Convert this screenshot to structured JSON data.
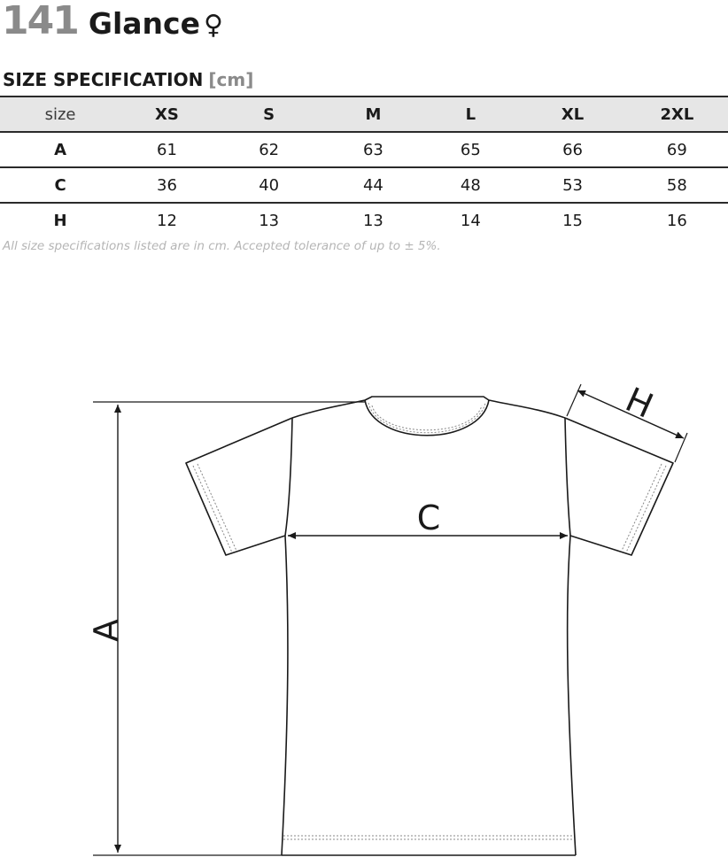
{
  "header": {
    "code": "141",
    "name": "Glance",
    "gender_symbol": "♀"
  },
  "spec": {
    "heading": "SIZE SPECIFICATION",
    "unit": "[cm]",
    "columns": [
      "size",
      "XS",
      "S",
      "M",
      "L",
      "XL",
      "2XL"
    ],
    "rows": [
      {
        "label": "A",
        "values": [
          "61",
          "62",
          "63",
          "65",
          "66",
          "69"
        ]
      },
      {
        "label": "C",
        "values": [
          "36",
          "40",
          "44",
          "48",
          "53",
          "58"
        ]
      },
      {
        "label": "H",
        "values": [
          "12",
          "13",
          "13",
          "14",
          "15",
          "16"
        ]
      }
    ],
    "note": "All size specifications listed are in cm. Accepted tolerance of up to ± 5%."
  },
  "diagram": {
    "label_a": "A",
    "label_c": "C",
    "label_h": "H"
  }
}
